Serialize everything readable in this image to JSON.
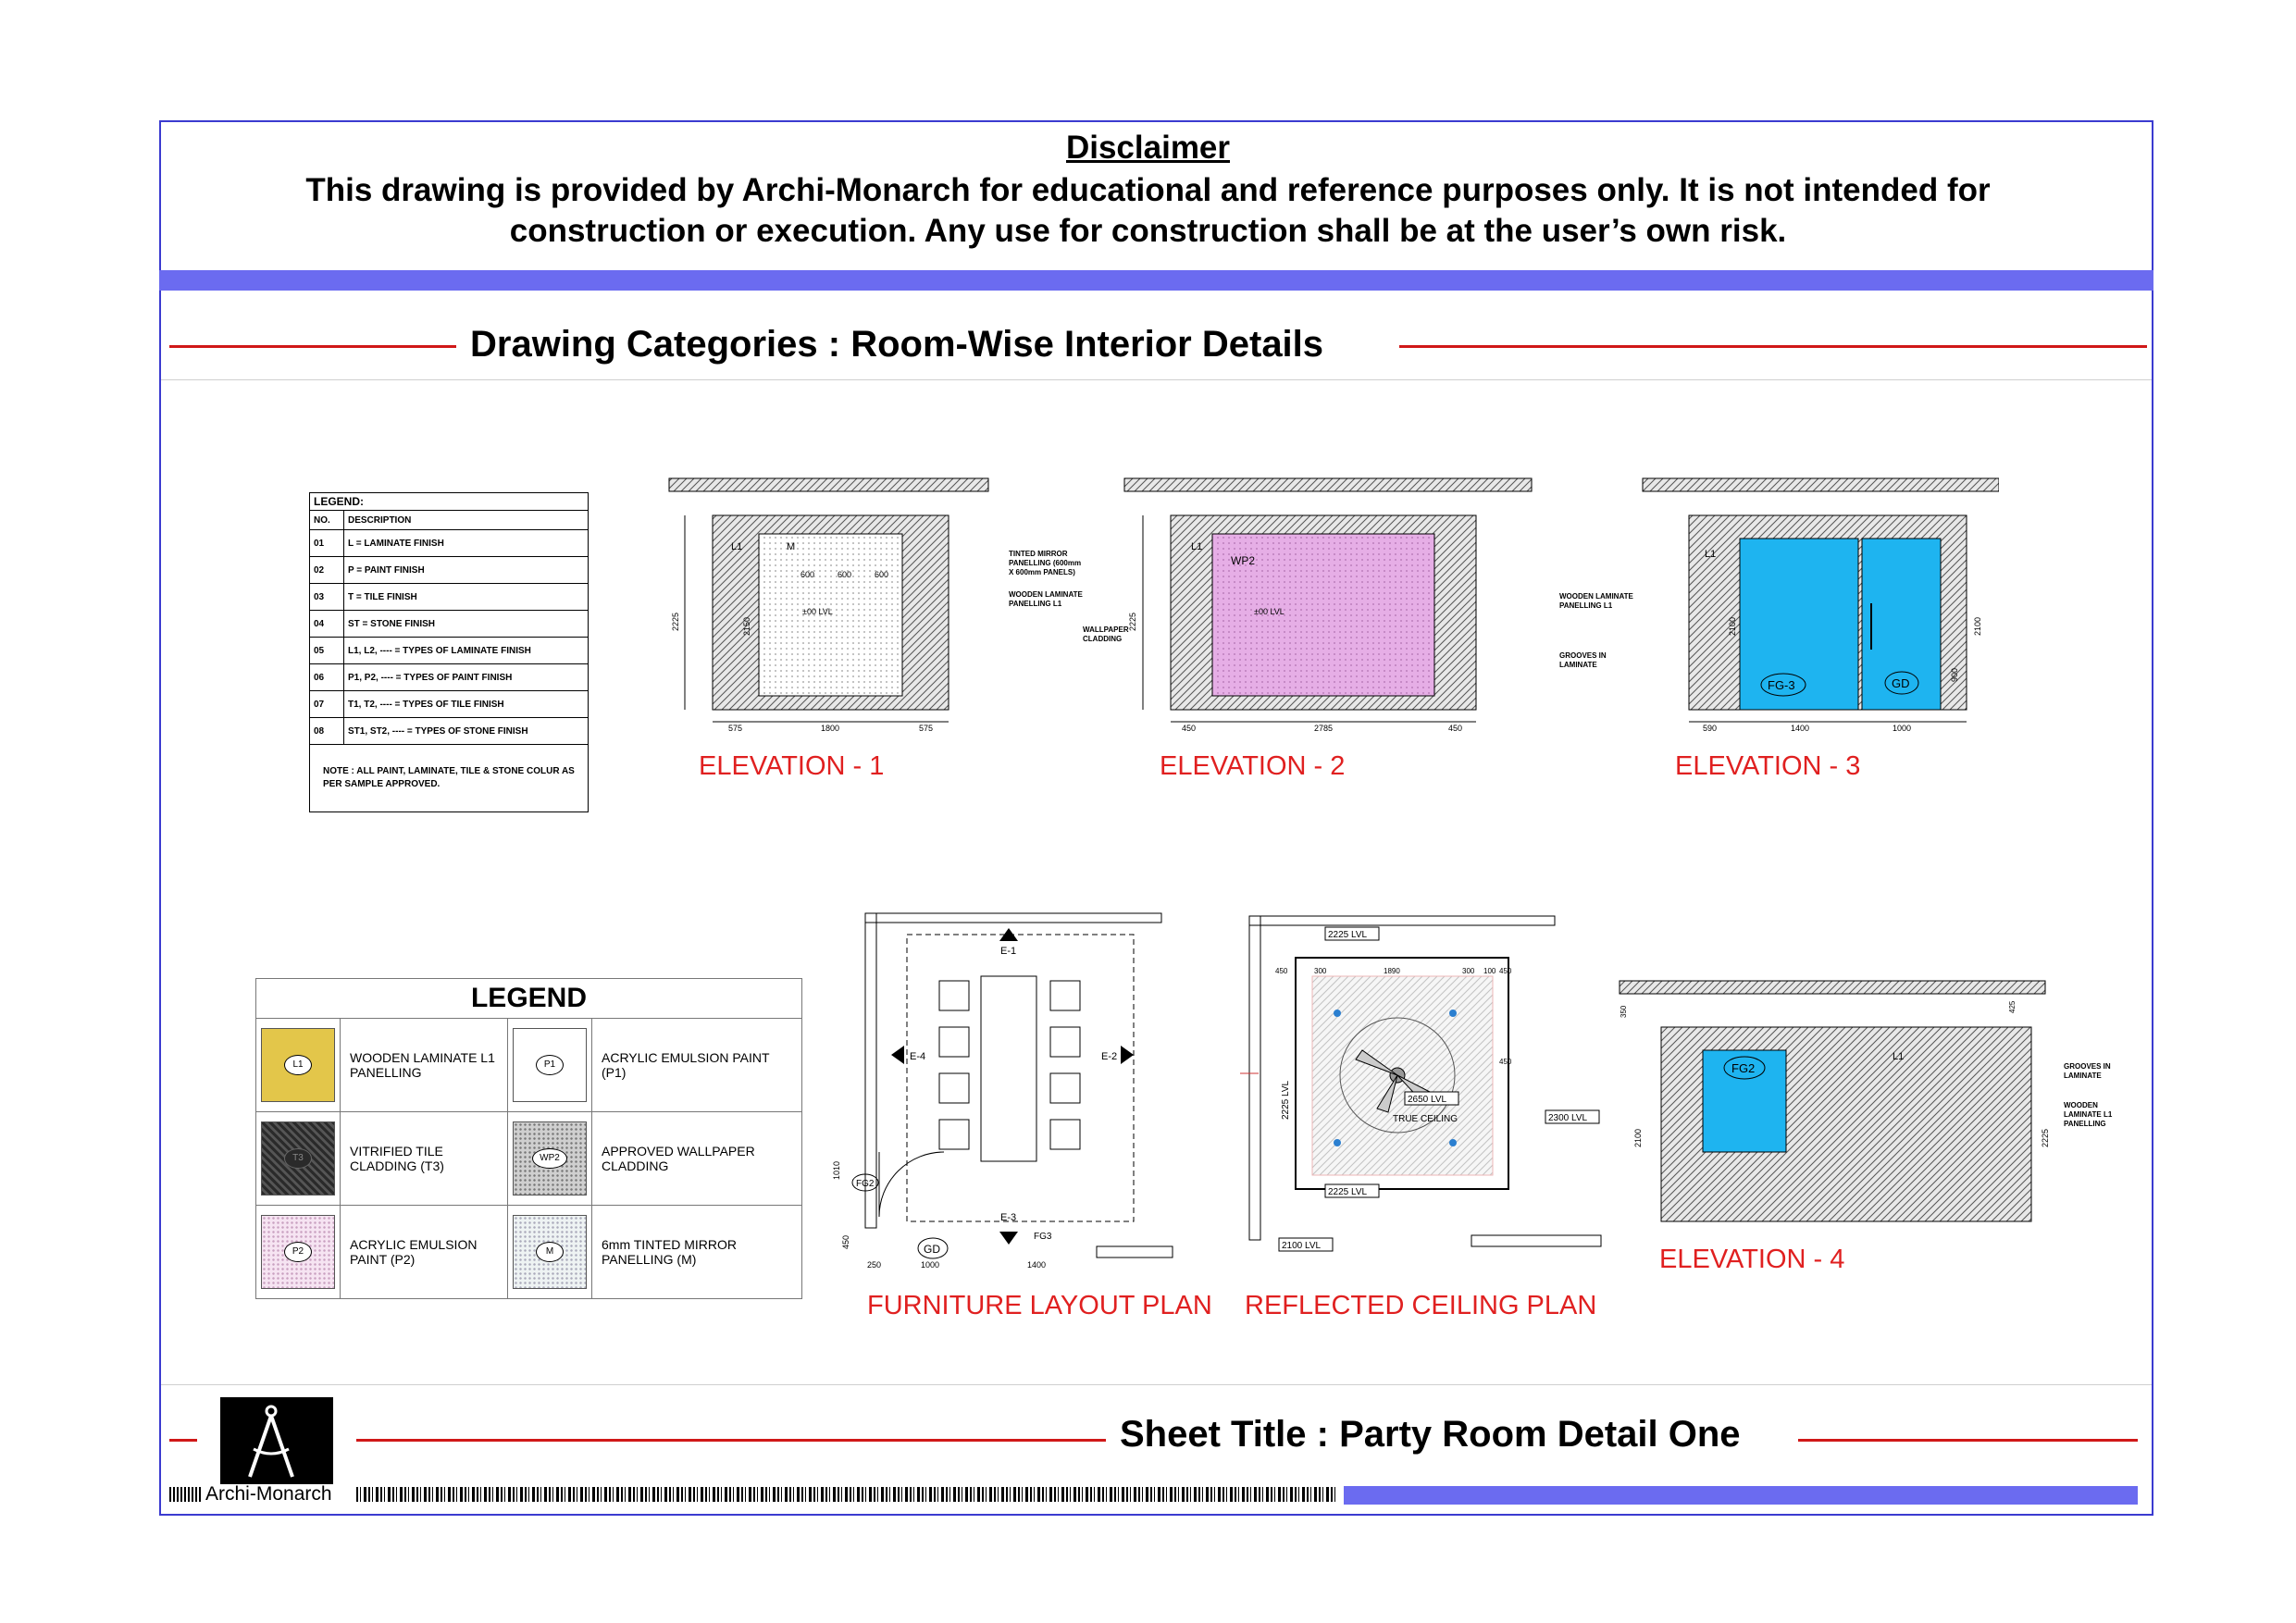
{
  "disclaimer": {
    "heading": "Disclaimer",
    "line1": "This drawing is provided by Archi-Monarch for educational and reference purposes only. It is not intended for",
    "line2": "construction or execution. Any use for construction shall be at the user’s own risk."
  },
  "category_title": "Drawing Categories : Room-Wise Interior Details",
  "legend_table": {
    "title": "LEGEND:",
    "headers": [
      "NO.",
      "DESCRIPTION"
    ],
    "rows": [
      {
        "no": "01",
        "desc": "L = LAMINATE FINISH"
      },
      {
        "no": "02",
        "desc": "P = PAINT FINISH"
      },
      {
        "no": "03",
        "desc": "T = TILE FINISH"
      },
      {
        "no": "04",
        "desc": "ST = STONE FINISH"
      },
      {
        "no": "05",
        "desc": "L1, L2, ---- = TYPES OF LAMINATE FINISH"
      },
      {
        "no": "06",
        "desc": "P1, P2, ---- = TYPES OF PAINT FINISH"
      },
      {
        "no": "07",
        "desc": "T1, T2, ---- = TYPES OF TILE FINISH"
      },
      {
        "no": "08",
        "desc": "ST1, ST2, ---- = TYPES OF STONE FINISH"
      }
    ],
    "note": "NOTE : ALL PAINT, LAMINATE, TILE & STONE COLUR AS PER SAMPLE APPROVED."
  },
  "material_legend": {
    "title": "LEGEND",
    "items": [
      {
        "tag": "L1",
        "label": "WOODEN LAMINATE L1 PANELLING",
        "color": "#e3c64a"
      },
      {
        "tag": "P1",
        "label": "ACRYLIC EMULSION PAINT (P1)",
        "color": "#ffffff"
      },
      {
        "tag": "T3",
        "label": "VITRIFIED TILE CLADDING (T3)",
        "color": "#3a3a3a"
      },
      {
        "tag": "WP2",
        "label": "APPROVED WALLPAPER CLADDING",
        "color": "#9a9a9a"
      },
      {
        "tag": "P2",
        "label": "ACRYLIC EMULSION PAINT (P2)",
        "color": "#f4dcef"
      },
      {
        "tag": "M",
        "label": "6mm TINTED MIRROR PANELLING (M)",
        "color": "#e4ecec"
      }
    ]
  },
  "drawings": {
    "elevation1": {
      "title": "ELEVATION - 1",
      "notes": [
        "TINTED MIRROR",
        "PANELLING (600mm",
        "X 600mm PANELS)",
        "WOODEN LAMINATE",
        "PANELLING L1"
      ],
      "dims": [
        "575",
        "1800",
        "575",
        "600",
        "600",
        "600",
        "2225",
        "2150",
        "±00 LVL"
      ],
      "tags": [
        "M",
        "L1"
      ]
    },
    "elevation2": {
      "title": "ELEVATION - 2",
      "notes": [
        "WALLPAPER",
        "CLADDING"
      ],
      "dims": [
        "450",
        "2785",
        "450",
        "2225",
        "±00 LVL"
      ],
      "tags": [
        "WP2",
        "L1"
      ]
    },
    "elevation3": {
      "title": "ELEVATION - 3",
      "notes": [
        "WOODEN LAMINATE",
        "PANELLING L1",
        "GROOVES IN",
        "LAMINATE"
      ],
      "dims": [
        "590",
        "1400",
        "1000",
        "2100",
        "2100",
        "900"
      ],
      "tags": [
        "FG-3",
        "GD",
        "L1"
      ]
    },
    "furniture_plan": {
      "title": "FURNITURE LAYOUT PLAN",
      "markers": [
        "E-1",
        "E-2",
        "E-3",
        "E-4"
      ],
      "dims": [
        "1010",
        "450",
        "250",
        "1000",
        "1400"
      ],
      "tags": [
        "FG2",
        "FG3",
        "GD"
      ]
    },
    "ceiling_plan": {
      "title": "REFLECTED CEILING PLAN",
      "levels": [
        "2225 LVL",
        "2225 LVL",
        "2225 LVL",
        "2650 LVL",
        "2300 LVL",
        "2100 LVL"
      ],
      "notes": [
        "TRUE CEILING"
      ],
      "dims": [
        "450",
        "300",
        "1890",
        "300",
        "100",
        "450",
        "450"
      ]
    },
    "elevation4": {
      "title": "ELEVATION - 4",
      "notes": [
        "GROOVES IN",
        "LAMINATE",
        "WOODEN",
        "LAMINATE L1",
        "PANELLING"
      ],
      "dims": [
        "2100",
        "2225",
        "425",
        "350"
      ],
      "tags": [
        "FG2",
        "L1"
      ]
    }
  },
  "footer": {
    "brand": "Archi-Monarch",
    "sheet_title": "Sheet Title : Party Room Detail One"
  },
  "colors": {
    "frame": "#3b3bd0",
    "band": "#6b6bf0",
    "accent_red": "#d01818",
    "wallpaper": "#e6aee6",
    "glass": "#1eb4f0"
  }
}
